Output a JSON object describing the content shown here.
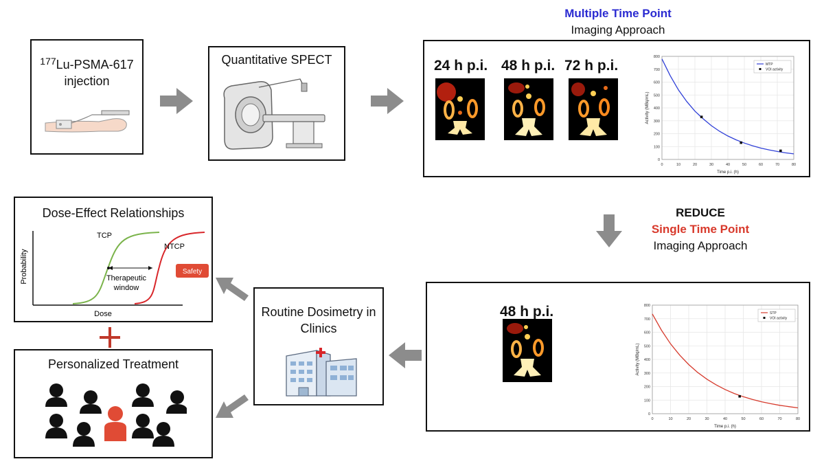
{
  "colors": {
    "blue_heading": "#2a2ad1",
    "red_heading": "#d8392b",
    "arrow_gray": "#8c8c8c",
    "mtp_curve": "#3040d8",
    "stp_curve": "#d63a2c",
    "tcp_curve": "#7ab34a",
    "ntcp_curve": "#d8262a",
    "plus": "#c0392b",
    "patient_highlight": "#e04b35"
  },
  "injection": {
    "isotope_sup": "177",
    "compound": "Lu-PSMA-617",
    "line2": "injection",
    "icon": "arm-injection-icon"
  },
  "spect": {
    "title": "Quantitative SPECT",
    "icon": "spect-scanner-icon"
  },
  "mtp": {
    "heading_colored": "Multiple Time Point",
    "heading_rest": "Imaging Approach",
    "timepoints": [
      "24 h p.i.",
      "48 h p.i.",
      "72 h p.i."
    ]
  },
  "reduce": {
    "word": "REDUCE",
    "heading_colored": "Single Time Point",
    "heading_rest": "Imaging Approach"
  },
  "stp": {
    "timepoint": "48 h p.i."
  },
  "dose_effect": {
    "title": "Dose-Effect Relationships",
    "ylabel": "Probability",
    "xlabel": "Dose",
    "tcp": "TCP",
    "ntcp": "NTCP",
    "window_line1": "Therapeutic",
    "window_line2": "window",
    "safety": "Safety"
  },
  "routine": {
    "line1": "Routine Dosimetry in",
    "line2": "Clinics",
    "icon": "hospital-icon"
  },
  "personalized": {
    "title": "Personalized Treatment",
    "icon": "patient-group-icon"
  },
  "chart_data": [
    {
      "type": "line",
      "xlabel": "Time p.i. (h)",
      "ylabel": "Activity (MBq/mL)",
      "xlim": [
        0,
        80
      ],
      "ylim": [
        0,
        800
      ],
      "xticks": [
        "0",
        "10",
        "20",
        "30",
        "40",
        "50",
        "60",
        "70",
        "80"
      ],
      "yticks": [
        "0",
        "100",
        "200",
        "300",
        "400",
        "500",
        "600",
        "700",
        "800"
      ],
      "grid": true,
      "legend_position": "top-right",
      "series": [
        {
          "name": "MTP",
          "kind": "curve",
          "x": [
            0,
            5,
            10,
            15,
            20,
            25,
            30,
            35,
            40,
            45,
            50,
            55,
            60,
            65,
            70,
            75,
            80
          ],
          "y": [
            780,
            650,
            540,
            450,
            375,
            315,
            262,
            218,
            182,
            152,
            127,
            106,
            88,
            74,
            62,
            51,
            43
          ]
        },
        {
          "name": "VOI activity",
          "kind": "points",
          "x": [
            24,
            48,
            72
          ],
          "y": [
            330,
            130,
            67
          ]
        }
      ]
    },
    {
      "type": "line",
      "xlabel": "Time p.i. (h)",
      "ylabel": "Activity (MBq/mL)",
      "xlim": [
        0,
        80
      ],
      "ylim": [
        0,
        800
      ],
      "xticks": [
        "0",
        "10",
        "20",
        "30",
        "40",
        "50",
        "60",
        "70",
        "80"
      ],
      "yticks": [
        "0",
        "100",
        "200",
        "300",
        "400",
        "500",
        "600",
        "700",
        "800"
      ],
      "grid": true,
      "legend_position": "top-right",
      "series": [
        {
          "name": "STP",
          "kind": "curve",
          "x": [
            0,
            5,
            10,
            15,
            20,
            25,
            30,
            35,
            40,
            45,
            50,
            55,
            60,
            65,
            70,
            75,
            80
          ],
          "y": [
            735,
            615,
            515,
            432,
            362,
            303,
            254,
            213,
            178,
            149,
            125,
            105,
            88,
            74,
            62,
            52,
            43
          ]
        },
        {
          "name": "VOI activity",
          "kind": "points",
          "x": [
            48
          ],
          "y": [
            128
          ]
        }
      ]
    }
  ]
}
